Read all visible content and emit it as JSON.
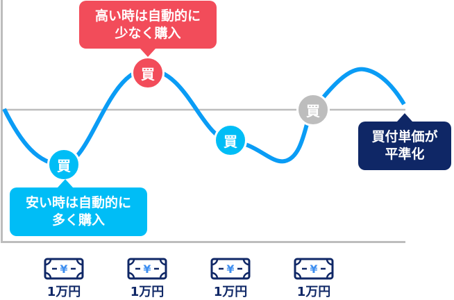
{
  "diagram": {
    "title": "ドルコスト平均法のイメージ",
    "callouts": {
      "high": {
        "line1": "高い時は自動的に",
        "line2": "少なく購入",
        "color": "#f24c5a"
      },
      "low": {
        "line1": "安い時は自動的に",
        "line2": "多く購入",
        "color": "#00bdf6"
      },
      "average": {
        "line1": "買付単価が",
        "line2": "平準化",
        "color": "#0f2766"
      }
    },
    "buy_markers": [
      {
        "label": "買",
        "state": "low",
        "color": "#00bdf6"
      },
      {
        "label": "買",
        "state": "high",
        "color": "#f24c5a"
      },
      {
        "label": "買",
        "state": "low",
        "color": "#00bdf6"
      },
      {
        "label": "買",
        "state": "average",
        "color": "#bdbdbd"
      }
    ],
    "investments": [
      {
        "icon": "yen-banknote-icon",
        "symbol": "¥",
        "amount": "1万円"
      },
      {
        "icon": "yen-banknote-icon",
        "symbol": "¥",
        "amount": "1万円"
      },
      {
        "icon": "yen-banknote-icon",
        "symbol": "¥",
        "amount": "1万円"
      },
      {
        "icon": "yen-banknote-icon",
        "symbol": "¥",
        "amount": "1万円"
      }
    ],
    "colors": {
      "curve": "#0a9cf5",
      "axis": "#bdbdbd",
      "average_line": "#bdbdbd",
      "navy": "#0f2766",
      "yen": "#3d8ef0"
    }
  }
}
